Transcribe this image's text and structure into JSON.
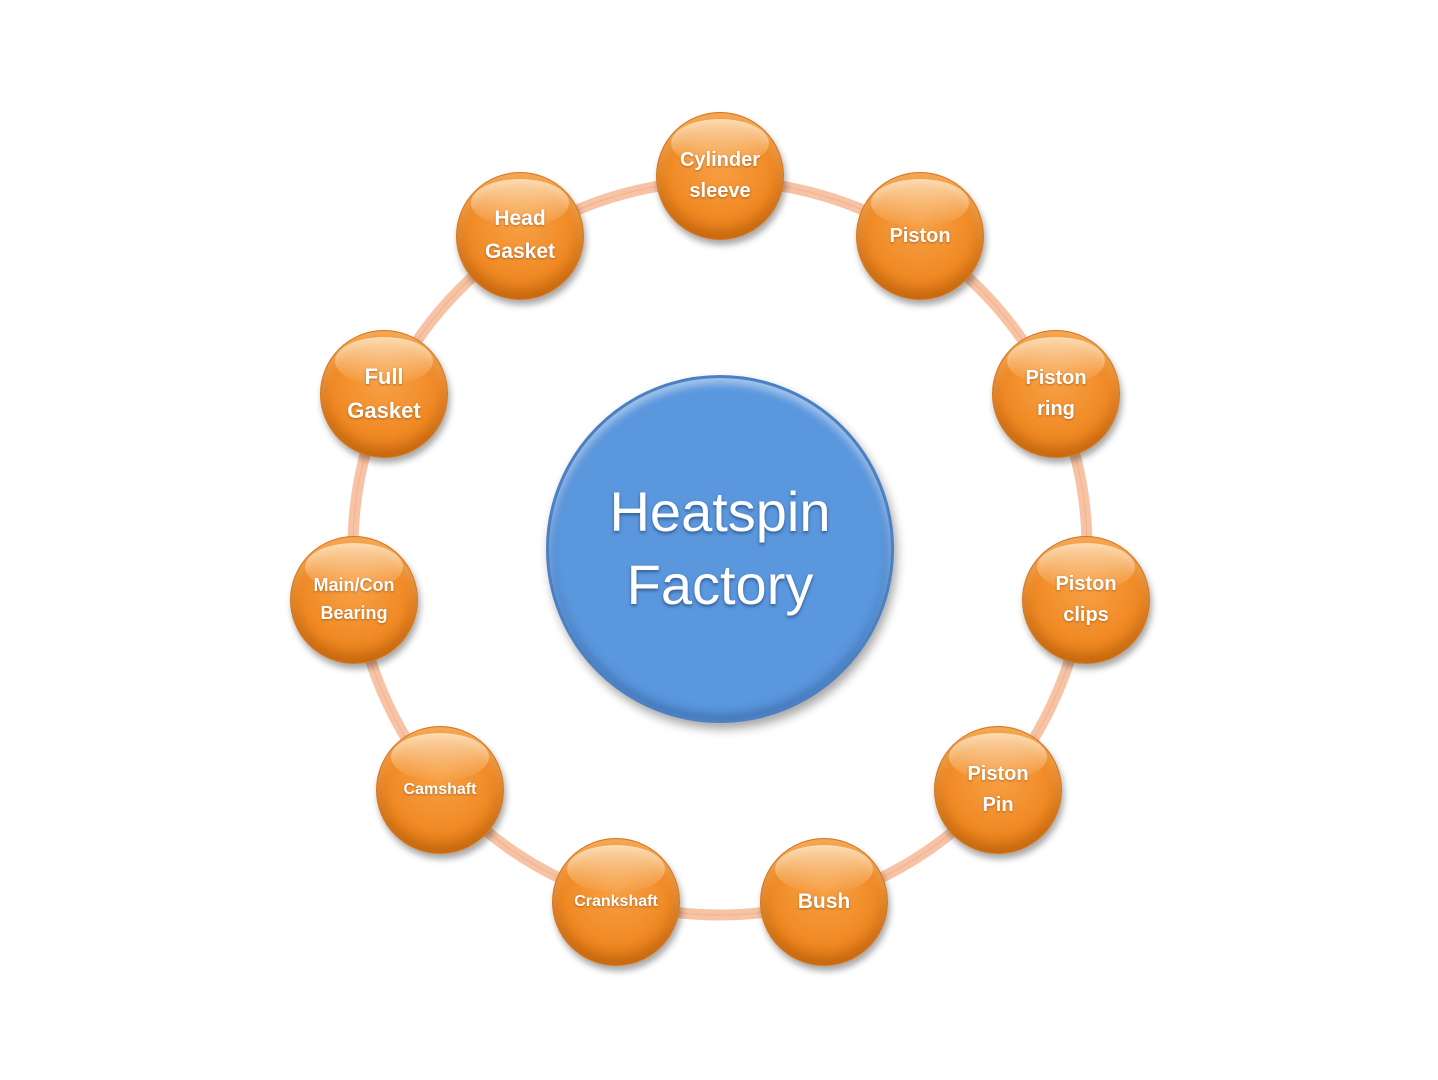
{
  "center": {
    "label": "Heatspin\nFactory",
    "color": "#5b97dd"
  },
  "ring_color": "#f7c3a4",
  "node_color": "#f08a24",
  "items": [
    {
      "label": "Cylinder\nsleeve"
    },
    {
      "label": "Piston"
    },
    {
      "label": "Piston\nring"
    },
    {
      "label": "Piston\nclips"
    },
    {
      "label": "Piston\nPin"
    },
    {
      "label": "Bush"
    },
    {
      "label": "Crankshaft"
    },
    {
      "label": "Camshaft"
    },
    {
      "label": "Main/Con\nBearing"
    },
    {
      "label": "Full\nGasket"
    },
    {
      "label": "Head\nGasket"
    }
  ]
}
